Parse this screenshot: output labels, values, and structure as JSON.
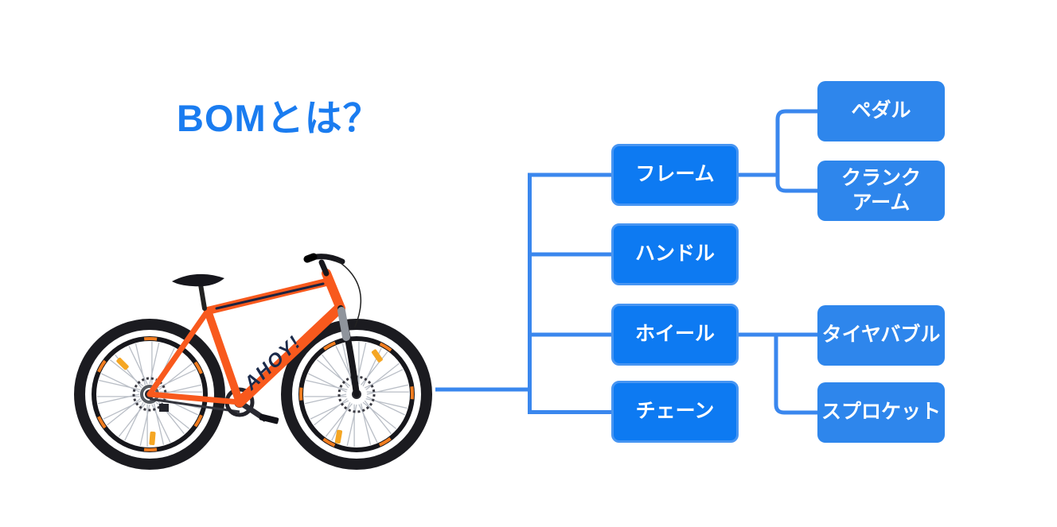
{
  "title": "BOMとは？",
  "colors": {
    "title": "#1a7cf0",
    "node_level1_fill": "#0d7af2",
    "node_level1_border": "#4795f2",
    "node_level2_fill": "#2e86ec",
    "connector_line": "#3a87ee",
    "bike_frame_orange": "#f8591d"
  },
  "tree": {
    "level1": [
      {
        "id": "frame",
        "label": "フレーム"
      },
      {
        "id": "handle",
        "label": "ハンドル"
      },
      {
        "id": "wheel",
        "label": "ホイール"
      },
      {
        "id": "chain",
        "label": "チェーン"
      }
    ],
    "level2": [
      {
        "id": "pedal",
        "label": "ペダル",
        "parent": "frame"
      },
      {
        "id": "crank",
        "label": "クランク\nアーム",
        "parent": "frame"
      },
      {
        "id": "tire",
        "label": "タイヤバブル",
        "parent": "wheel"
      },
      {
        "id": "sprocket",
        "label": "スプロケット",
        "parent": "wheel"
      }
    ]
  },
  "bike": {
    "decal": "AHOY!"
  }
}
